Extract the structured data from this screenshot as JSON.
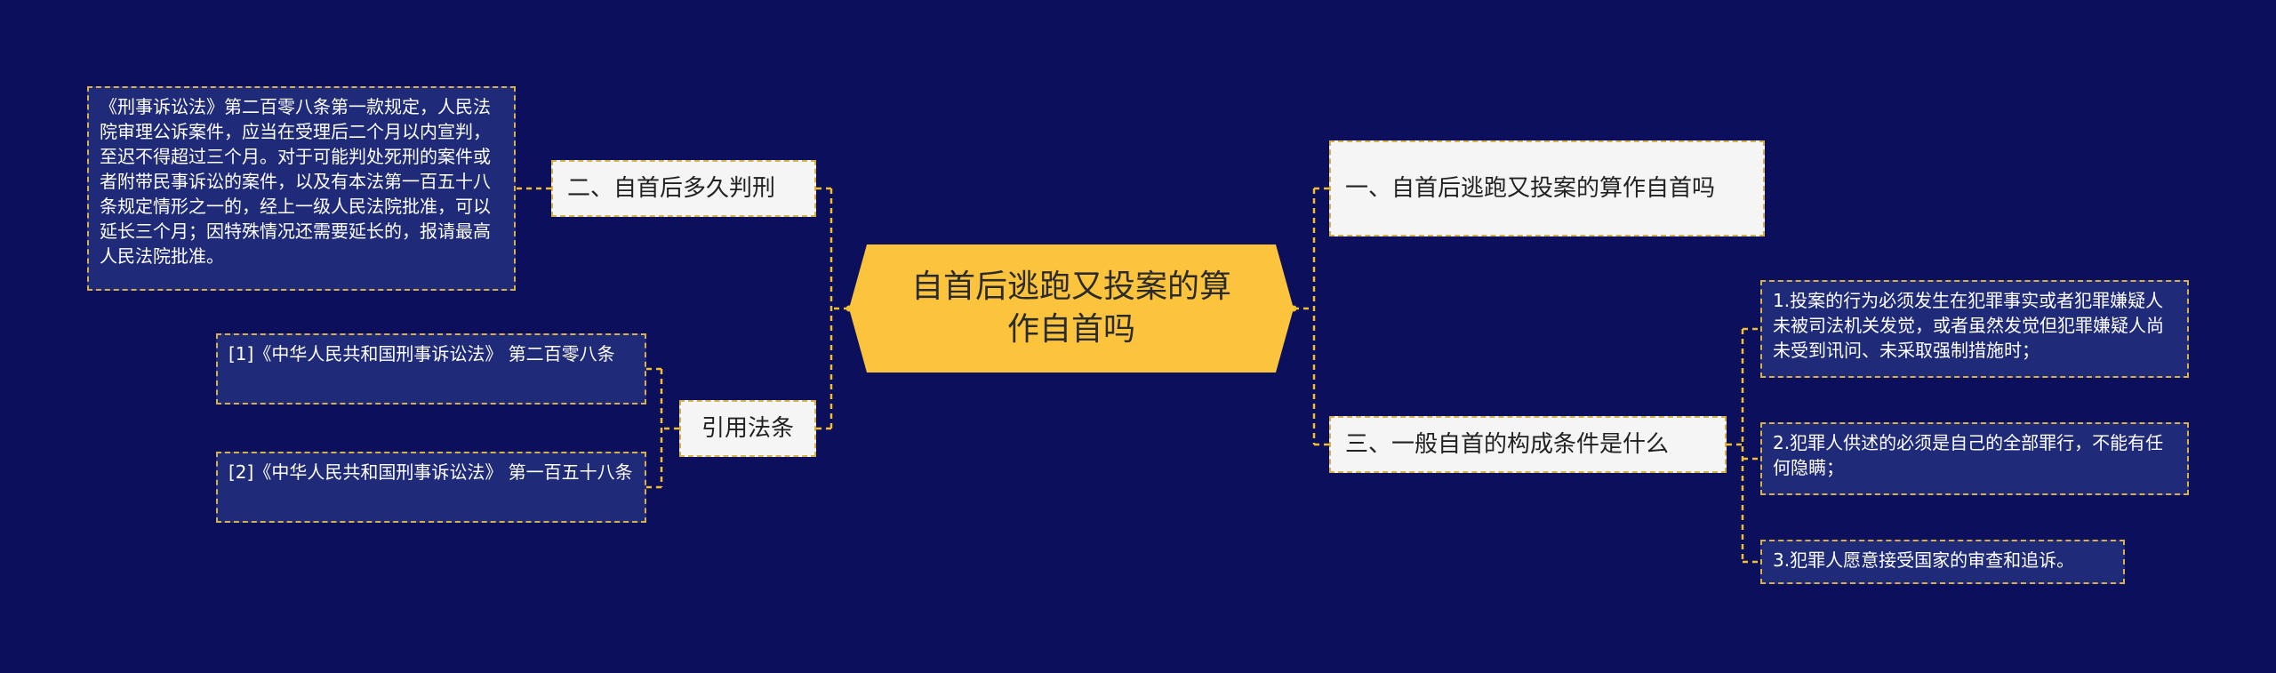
{
  "mindmap": {
    "center": "自首后逃跑又投案的算作自首吗",
    "left_branches": [
      {
        "label": "二、自首后多久判刑",
        "leaves": [
          "《刑事诉讼法》第二百零八条第一款规定，人民法院审理公诉案件，应当在受理后二个月以内宣判，至迟不得超过三个月。对于可能判处死刑的案件或者附带民事诉讼的案件，以及有本法第一百五十八条规定情形之一的，经上一级人民法院批准，可以延长三个月；因特殊情况还需要延长的，报请最高人民法院批准。"
        ]
      },
      {
        "label": "引用法条",
        "leaves": [
          "[1]《中华人民共和国刑事诉讼法》 第二百零八条",
          "[2]《中华人民共和国刑事诉讼法》 第一百五十八条"
        ]
      }
    ],
    "right_branches": [
      {
        "label": "一、自首后逃跑又投案的算作自首吗",
        "leaves": []
      },
      {
        "label": "三、一般自首的构成条件是什么",
        "leaves": [
          "1.投案的行为必须发生在犯罪事实或者犯罪嫌疑人未被司法机关发觉，或者虽然发觉但犯罪嫌疑人尚未受到讯问、未采取强制措施时；",
          "2.犯罪人供述的必须是自己的全部罪行，不能有任何隐瞒；",
          "3.犯罪人愿意接受国家的审查和追诉。"
        ]
      }
    ]
  },
  "colors": {
    "background": "#0b0f5c",
    "center_fill": "#fcc43d",
    "connector": "#f2c02e",
    "branch_fill": "#f5f5f5",
    "leaf_fill": "#1f2a78"
  }
}
